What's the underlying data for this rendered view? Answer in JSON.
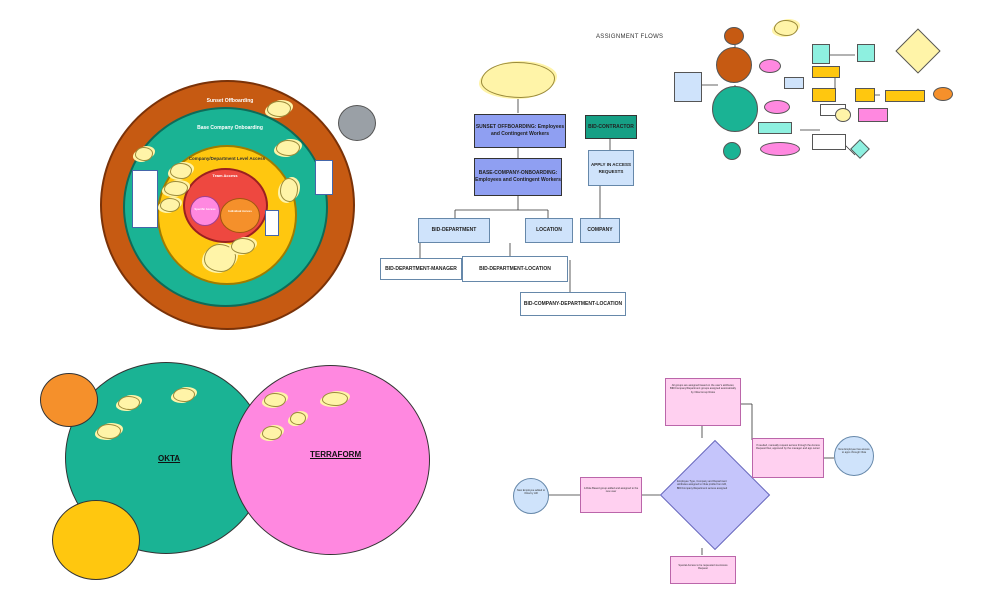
{
  "onion": {
    "outer_label": "Sunset Offboarding",
    "ring2_label": "Base Company Onboarding",
    "ring3_label": "Company/Department Level Access",
    "core_label": "Team Access",
    "inner_pink_label": "Specific Access",
    "inner_orange_label": "Individual Access"
  },
  "assignment_flows": {
    "title": "ASSIGNMENT FLOWS",
    "sunset_box": "SUNSET OFFBOARDING: Employees and Contingent Workers",
    "base_box": "BASE-COMPANY-ONBOARDING: Employees and Contingent Workers",
    "contractor_box": "BID-CONTRACTOR",
    "apply_box": "APPLY IN ACCESS REQUESTS",
    "dept_box": "BID-DEPARTMENT",
    "location_box": "LOCATION",
    "company_box": "COMPANY",
    "dept_manager_box": "BID-DEPARTMENT-MANAGER",
    "dept_location_box": "BID-DEPARTMENT-LOCATION",
    "company_dept_location_box": "BID-COMPANY-DEPARTMENT-LOCATION"
  },
  "venn": {
    "okta_label": "OKTA",
    "terraform_label": "TERRAFORM"
  },
  "process_flow": {
    "start_node": "New Employee added to Okta by HR",
    "step1": "A Role Based group added and assigned to the new user",
    "decision": "Employee Type, Company and Department attributes assigned to Okta profile from HR, BID/Company/Department access assigned",
    "top_box": "All groups are assigned based on the user's attributes; BID/Company/Department groups assigned automatically by Okta Group Rules",
    "side_box": "If needed, manually request access through the Access Request flow, approved by the manager and app owner",
    "end_node": "New Employee has access to apps through Okta",
    "bottom_box": "Special Access to be requested via Access Request"
  },
  "colors": {
    "rust": "#c65a12",
    "teal": "#1ab394",
    "yellow": "#ffc70f",
    "red": "#ee4840",
    "pink": "#ff88e0",
    "orange": "#f5902b",
    "cloud": "#fff4a8",
    "blue_box": "#8f9ff2",
    "light_blue": "#cfe3fb",
    "dark_teal": "#16a085"
  }
}
